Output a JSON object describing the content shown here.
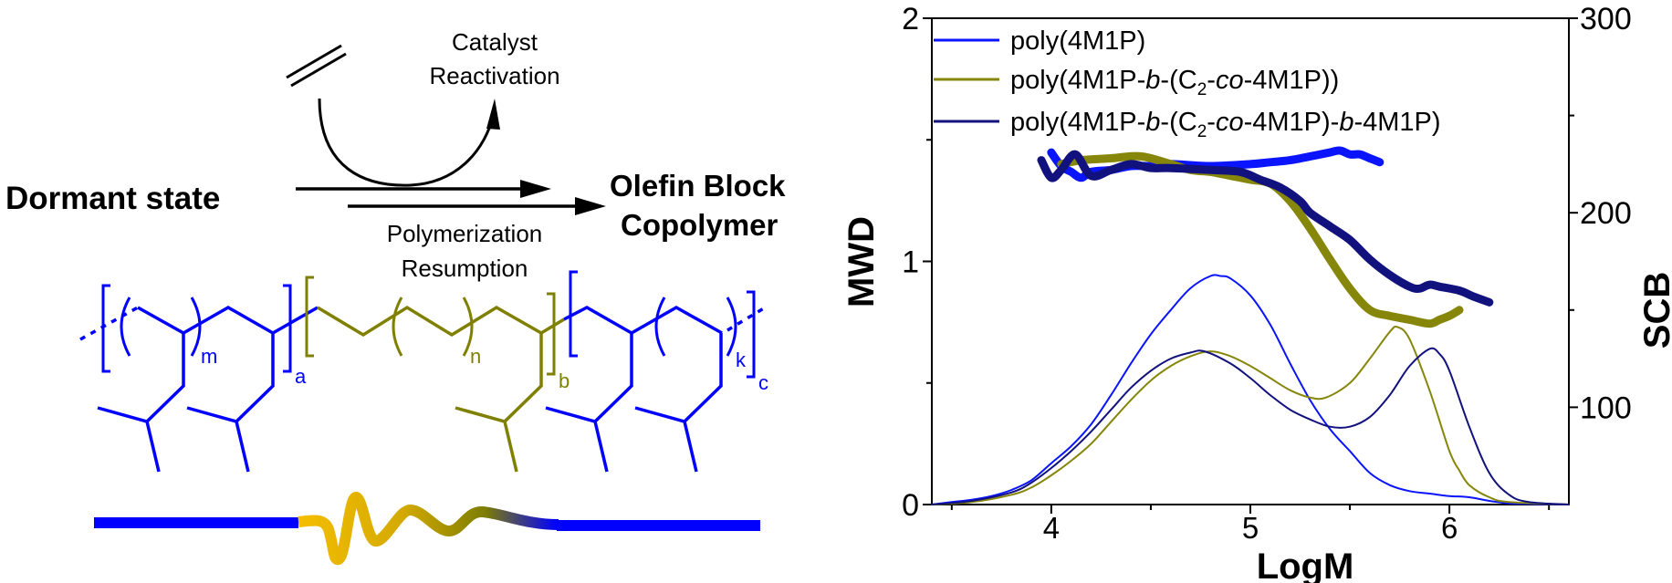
{
  "scheme": {
    "catalyst_line1": "Catalyst",
    "catalyst_line2": "Reactivation",
    "start_label": "Dormant state",
    "polymerization_line1": "Polymerization",
    "polymerization_line2": "Resumption",
    "product_line1": "Olefin Block",
    "product_line2": "Copolymer",
    "subscripts": {
      "m": "m",
      "a": "a",
      "n": "n",
      "b": "b",
      "k": "k",
      "c": "c"
    },
    "colors": {
      "block_4m1p": "#0000ff",
      "block_copolymer": "#808000",
      "chain_yellow": "#f5be00"
    }
  },
  "chart_data": {
    "type": "line",
    "xlabel": "LogM",
    "ylabel": "MWD",
    "y2label": "SCB",
    "xlim": [
      3.4,
      6.6
    ],
    "ylim": [
      0,
      2
    ],
    "y2lim": [
      50,
      300
    ],
    "xticks": [
      "4",
      "5",
      "6"
    ],
    "yticks": [
      "0",
      "1",
      "2"
    ],
    "y2ticks": [
      "100",
      "200",
      "300"
    ],
    "legend_position": "top-left",
    "grid": false,
    "legend": [
      {
        "color": "#0a14ff",
        "parts": [
          {
            "t": "poly(4M1P)"
          }
        ]
      },
      {
        "color": "#86860a",
        "parts": [
          {
            "t": "poly(4M1P-"
          },
          {
            "t": "b",
            "i": true
          },
          {
            "t": "-(C"
          },
          {
            "t": "2",
            "sub": true
          },
          {
            "t": "-"
          },
          {
            "t": "co",
            "i": true
          },
          {
            "t": "-4M1P))"
          }
        ]
      },
      {
        "color": "#12127e",
        "parts": [
          {
            "t": "poly(4M1P-"
          },
          {
            "t": "b",
            "i": true
          },
          {
            "t": "-(C"
          },
          {
            "t": "2",
            "sub": true
          },
          {
            "t": "-"
          },
          {
            "t": "co",
            "i": true
          },
          {
            "t": "-4M1P)-"
          },
          {
            "t": "b",
            "i": true
          },
          {
            "t": "-4M1P)"
          }
        ]
      }
    ],
    "series": [
      {
        "name": "poly(4M1P) MWD",
        "axis": "left",
        "color": "#0a14ff",
        "points": [
          [
            3.4,
            0
          ],
          [
            3.5,
            0.01
          ],
          [
            3.6,
            0.02
          ],
          [
            3.7,
            0.035
          ],
          [
            3.8,
            0.06
          ],
          [
            3.9,
            0.1
          ],
          [
            4.0,
            0.17
          ],
          [
            4.1,
            0.24
          ],
          [
            4.2,
            0.33
          ],
          [
            4.3,
            0.45
          ],
          [
            4.4,
            0.58
          ],
          [
            4.5,
            0.7
          ],
          [
            4.6,
            0.8
          ],
          [
            4.7,
            0.89
          ],
          [
            4.8,
            0.94
          ],
          [
            4.85,
            0.94
          ],
          [
            4.9,
            0.93
          ],
          [
            5.0,
            0.86
          ],
          [
            5.1,
            0.74
          ],
          [
            5.2,
            0.58
          ],
          [
            5.3,
            0.43
          ],
          [
            5.4,
            0.31
          ],
          [
            5.5,
            0.22
          ],
          [
            5.6,
            0.13
          ],
          [
            5.7,
            0.08
          ],
          [
            5.8,
            0.055
          ],
          [
            5.9,
            0.045
          ],
          [
            6.0,
            0.035
          ],
          [
            6.1,
            0.03
          ],
          [
            6.2,
            0.015
          ],
          [
            6.3,
            0.005
          ],
          [
            6.4,
            0.003
          ],
          [
            6.6,
            0
          ]
        ]
      },
      {
        "name": "poly(4M1P-b-(C2-co-4M1P)) MWD",
        "axis": "left",
        "color": "#86860a",
        "points": [
          [
            3.4,
            0
          ],
          [
            3.6,
            0.01
          ],
          [
            3.8,
            0.04
          ],
          [
            3.9,
            0.07
          ],
          [
            4.0,
            0.12
          ],
          [
            4.1,
            0.18
          ],
          [
            4.2,
            0.25
          ],
          [
            4.3,
            0.34
          ],
          [
            4.4,
            0.43
          ],
          [
            4.5,
            0.51
          ],
          [
            4.6,
            0.57
          ],
          [
            4.7,
            0.61
          ],
          [
            4.8,
            0.63
          ],
          [
            4.9,
            0.61
          ],
          [
            5.0,
            0.57
          ],
          [
            5.1,
            0.52
          ],
          [
            5.2,
            0.47
          ],
          [
            5.3,
            0.44
          ],
          [
            5.38,
            0.44
          ],
          [
            5.5,
            0.5
          ],
          [
            5.6,
            0.6
          ],
          [
            5.7,
            0.71
          ],
          [
            5.74,
            0.73
          ],
          [
            5.8,
            0.68
          ],
          [
            5.9,
            0.47
          ],
          [
            6.0,
            0.22
          ],
          [
            6.05,
            0.14
          ],
          [
            6.1,
            0.08
          ],
          [
            6.2,
            0.03
          ],
          [
            6.3,
            0.01
          ],
          [
            6.6,
            0
          ]
        ]
      },
      {
        "name": "poly(4M1P-b-(C2-co-4M1P)-b-4M1P) MWD",
        "axis": "left",
        "color": "#12127e",
        "points": [
          [
            3.4,
            0
          ],
          [
            3.6,
            0.015
          ],
          [
            3.8,
            0.05
          ],
          [
            3.9,
            0.09
          ],
          [
            4.0,
            0.15
          ],
          [
            4.1,
            0.22
          ],
          [
            4.2,
            0.3
          ],
          [
            4.3,
            0.39
          ],
          [
            4.4,
            0.48
          ],
          [
            4.5,
            0.55
          ],
          [
            4.6,
            0.6
          ],
          [
            4.7,
            0.625
          ],
          [
            4.77,
            0.63
          ],
          [
            4.9,
            0.58
          ],
          [
            5.0,
            0.52
          ],
          [
            5.1,
            0.45
          ],
          [
            5.2,
            0.39
          ],
          [
            5.3,
            0.35
          ],
          [
            5.4,
            0.32
          ],
          [
            5.5,
            0.32
          ],
          [
            5.6,
            0.36
          ],
          [
            5.7,
            0.45
          ],
          [
            5.8,
            0.57
          ],
          [
            5.9,
            0.64
          ],
          [
            5.95,
            0.62
          ],
          [
            6.0,
            0.55
          ],
          [
            6.1,
            0.32
          ],
          [
            6.2,
            0.13
          ],
          [
            6.3,
            0.04
          ],
          [
            6.4,
            0.01
          ],
          [
            6.6,
            0
          ]
        ]
      },
      {
        "name": "poly(4M1P) SCB",
        "axis": "right",
        "color": "#0a14ff",
        "thick": true,
        "points": [
          [
            4.0,
            231
          ],
          [
            4.05,
            224
          ],
          [
            4.1,
            221
          ],
          [
            4.15,
            218
          ],
          [
            4.2,
            221
          ],
          [
            4.3,
            222
          ],
          [
            4.4,
            224
          ],
          [
            4.5,
            224
          ],
          [
            4.6,
            225
          ],
          [
            4.8,
            224
          ],
          [
            5.0,
            225
          ],
          [
            5.1,
            226
          ],
          [
            5.2,
            227
          ],
          [
            5.3,
            229
          ],
          [
            5.4,
            231
          ],
          [
            5.45,
            232
          ],
          [
            5.5,
            230
          ],
          [
            5.55,
            230
          ],
          [
            5.6,
            228
          ],
          [
            5.65,
            226
          ]
        ]
      },
      {
        "name": "poly(4M1P-b-(C2-co-4M1P)) SCB",
        "axis": "right",
        "color": "#86860a",
        "thick": true,
        "points": [
          [
            4.05,
            225
          ],
          [
            4.15,
            227
          ],
          [
            4.3,
            228
          ],
          [
            4.45,
            229
          ],
          [
            4.6,
            225
          ],
          [
            4.7,
            222
          ],
          [
            4.8,
            221
          ],
          [
            4.9,
            219
          ],
          [
            5.0,
            217
          ],
          [
            5.1,
            215
          ],
          [
            5.2,
            206
          ],
          [
            5.3,
            192
          ],
          [
            5.4,
            176
          ],
          [
            5.5,
            161
          ],
          [
            5.6,
            150
          ],
          [
            5.7,
            147
          ],
          [
            5.8,
            145
          ],
          [
            5.9,
            143
          ],
          [
            5.95,
            145
          ],
          [
            6.0,
            147
          ],
          [
            6.05,
            150
          ]
        ]
      },
      {
        "name": "poly(4M1P-b-(C2-co-4M1P)-b-4M1P) SCB",
        "axis": "right",
        "color": "#12127e",
        "thick": true,
        "points": [
          [
            3.95,
            227
          ],
          [
            4.0,
            218
          ],
          [
            4.05,
            222
          ],
          [
            4.12,
            230
          ],
          [
            4.2,
            219
          ],
          [
            4.3,
            222
          ],
          [
            4.4,
            225
          ],
          [
            4.5,
            223
          ],
          [
            4.6,
            223
          ],
          [
            4.8,
            222
          ],
          [
            4.95,
            221
          ],
          [
            5.05,
            217
          ],
          [
            5.15,
            213
          ],
          [
            5.25,
            206
          ],
          [
            5.3,
            200
          ],
          [
            5.4,
            193
          ],
          [
            5.5,
            186
          ],
          [
            5.6,
            176
          ],
          [
            5.7,
            168
          ],
          [
            5.8,
            162
          ],
          [
            5.85,
            161
          ],
          [
            5.9,
            163
          ],
          [
            5.95,
            162
          ],
          [
            6.05,
            160
          ],
          [
            6.12,
            157
          ],
          [
            6.2,
            154
          ]
        ]
      }
    ]
  }
}
